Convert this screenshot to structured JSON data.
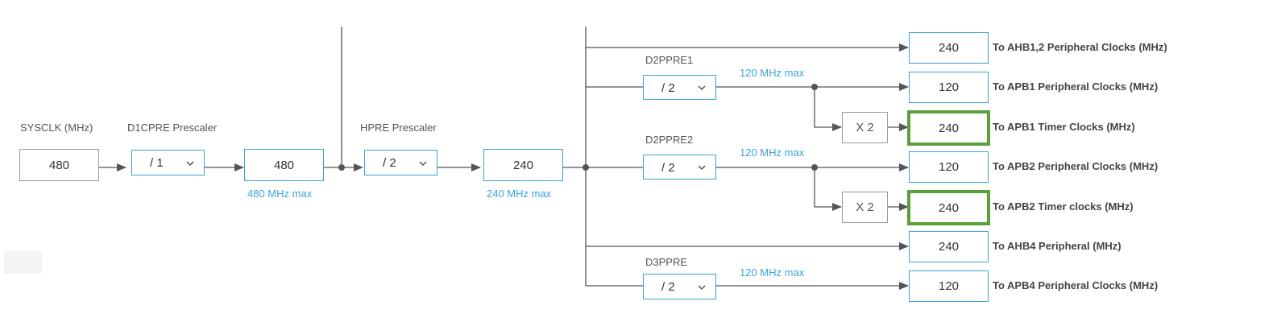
{
  "input": {
    "label": "SYSCLK (MHz)",
    "value": "480"
  },
  "d1cpre": {
    "label": "D1CPRE Prescaler",
    "selected": "/ 1",
    "out_value": "480",
    "max": "480 MHz max"
  },
  "hpre": {
    "label": "HPRE Prescaler",
    "selected": "/ 2",
    "out_value": "240",
    "max": "240 MHz max"
  },
  "d2ppre1": {
    "label": "D2PPRE1",
    "selected": "/ 2",
    "max": "120 MHz max"
  },
  "d2ppre2": {
    "label": "D2PPRE2",
    "selected": "/ 2",
    "max": "120 MHz max"
  },
  "d3ppre": {
    "label": "D3PPRE",
    "selected": "/ 2",
    "max": "120 MHz max"
  },
  "multiplier_label": "X 2",
  "outputs": [
    {
      "value": "240",
      "label": "To AHB1,2 Peripheral Clocks (MHz)"
    },
    {
      "value": "120",
      "label": "To APB1 Peripheral Clocks (MHz)"
    },
    {
      "value": "240",
      "label": "To APB1 Timer Clocks (MHz)"
    },
    {
      "value": "120",
      "label": "To APB2 Peripheral Clocks (MHz)"
    },
    {
      "value": "240",
      "label": "To APB2 Timer clocks (MHz)"
    },
    {
      "value": "240",
      "label": "To AHB4 Peripheral (MHz)"
    },
    {
      "value": "120",
      "label": "To APB4 Peripheral Clocks (MHz)"
    }
  ],
  "colors": {
    "accent": "#3aa3d6",
    "highlight": "#5aa13a",
    "wire": "#555555"
  }
}
